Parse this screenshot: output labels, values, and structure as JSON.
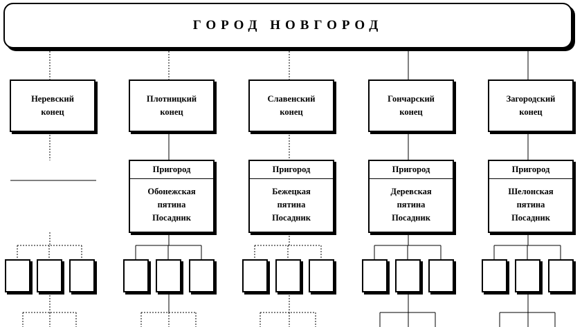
{
  "title": "ГОРОД  НОВГОРОД",
  "konets": [
    {
      "line1": "Неревский",
      "line2": "конец"
    },
    {
      "line1": "Плотницкий",
      "line2": "конец"
    },
    {
      "line1": "Славенский",
      "line2": "конец"
    },
    {
      "line1": "Гончарский",
      "line2": "конец"
    },
    {
      "line1": "Загородский",
      "line2": "конец"
    }
  ],
  "pyatiny": [
    {
      "prigorod": "Пригород",
      "line1": "Обонежская",
      "line2": "пятина",
      "line3": "Посадник"
    },
    {
      "prigorod": "Пригород",
      "line1": "Бежецкая",
      "line2": "пятина",
      "line3": "Посадник"
    },
    {
      "prigorod": "Пригород",
      "line1": "Деревская",
      "line2": "пятина",
      "line3": "Посадник"
    },
    {
      "prigorod": "Пригород",
      "line1": "Шелонская",
      "line2": "пятина",
      "line3": "Посадник"
    }
  ]
}
